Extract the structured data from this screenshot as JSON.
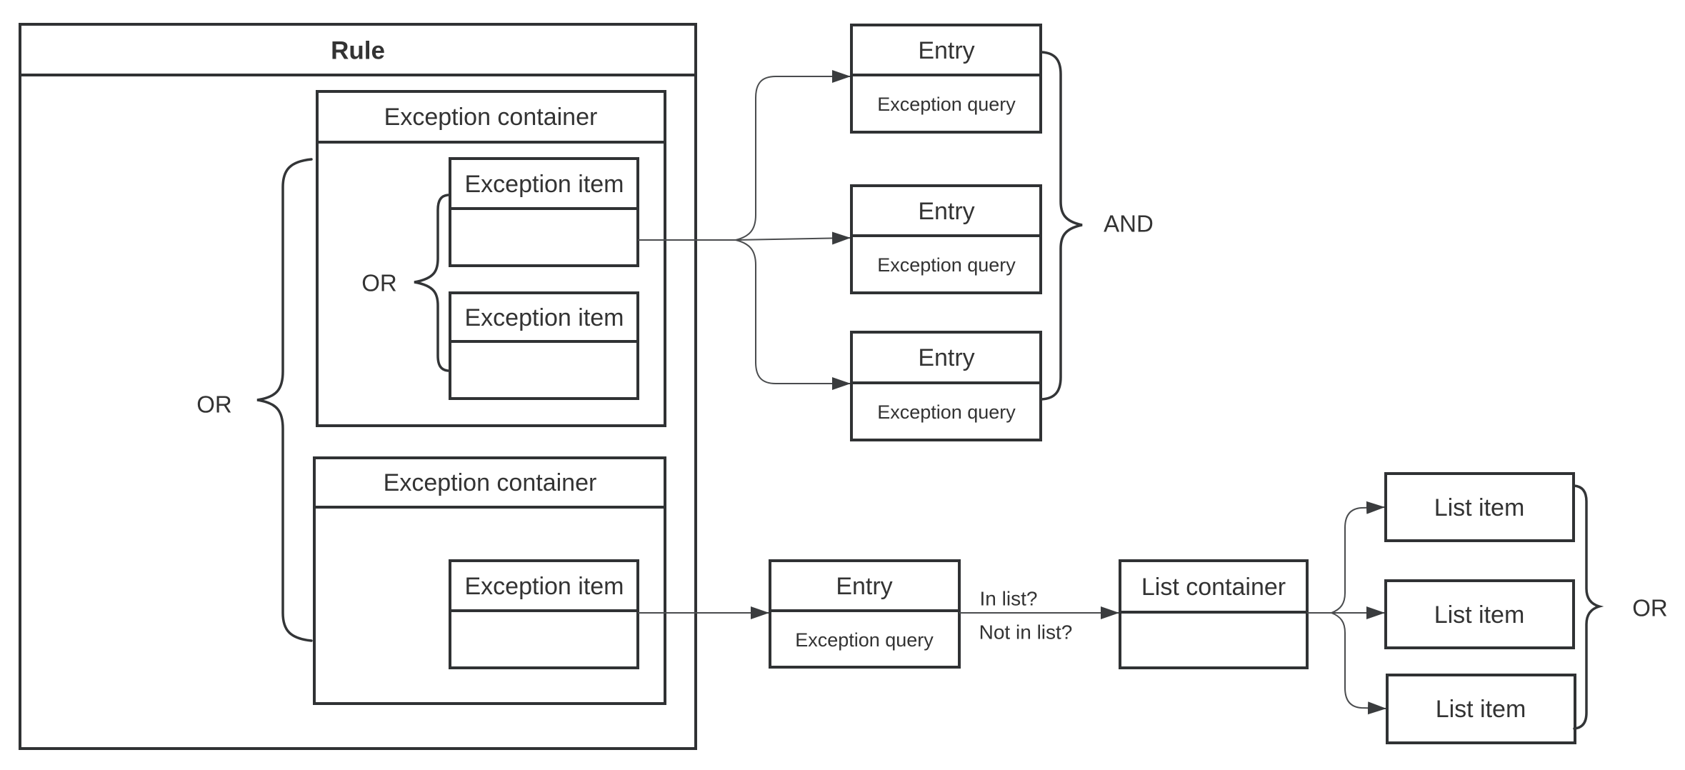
{
  "colors": {
    "background": "#ffffff",
    "box_stroke": "#303234",
    "connector": "#4a4c4e",
    "text": "#333333"
  },
  "rule": {
    "title": "Rule"
  },
  "exception_containers": [
    {
      "title": "Exception container"
    },
    {
      "title": "Exception container"
    }
  ],
  "exception_items": [
    {
      "title": "Exception item"
    },
    {
      "title": "Exception item"
    },
    {
      "title": "Exception item"
    }
  ],
  "entries": [
    {
      "title": "Entry",
      "query": "Exception query"
    },
    {
      "title": "Entry",
      "query": "Exception query"
    },
    {
      "title": "Entry",
      "query": "Exception query"
    },
    {
      "title": "Entry",
      "query": "Exception query"
    }
  ],
  "list_container": {
    "title": "List container"
  },
  "list_items": [
    {
      "title": "List item"
    },
    {
      "title": "List item"
    },
    {
      "title": "List item"
    }
  ],
  "operators": {
    "outer_or": "OR",
    "inner_or": "OR",
    "and": "AND",
    "list_or": "OR"
  },
  "edge_labels": {
    "in_list": "In list?",
    "not_in_list": "Not in list?"
  }
}
